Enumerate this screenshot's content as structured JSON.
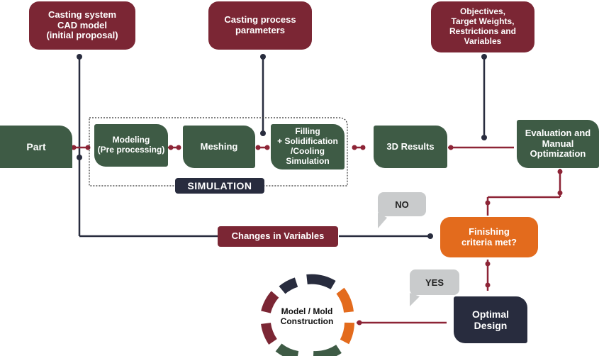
{
  "nodes": {
    "cad_model": "Casting system\nCAD model\n(initial proposal)",
    "process_params": "Casting process\nparameters",
    "objectives": "Objectives,\nTarget Weights,\nRestrictions and\nVariables",
    "part": "Part",
    "modeling": "Modeling\n(Pre processing)",
    "meshing": "Meshing",
    "filling": "Filling\n+ Solidification\n/Cooling\nSimulation",
    "simulation": "SIMULATION",
    "results_3d": "3D Results",
    "evaluation": "Evaluation and\nManual\nOptimization",
    "changes": "Changes in Variables",
    "finishing": "Finishing\ncriteria met?",
    "no_label": "NO",
    "yes_label": "YES",
    "optimal": "Optimal\nDesign",
    "construction": "Model / Mold\nConstruction"
  },
  "colors": {
    "maroon": "#7b2634",
    "green": "#3e5b45",
    "orange": "#e36b1d",
    "navy": "#282c3e",
    "bubble": "#c9cbcc",
    "connector": "#8d2436"
  }
}
